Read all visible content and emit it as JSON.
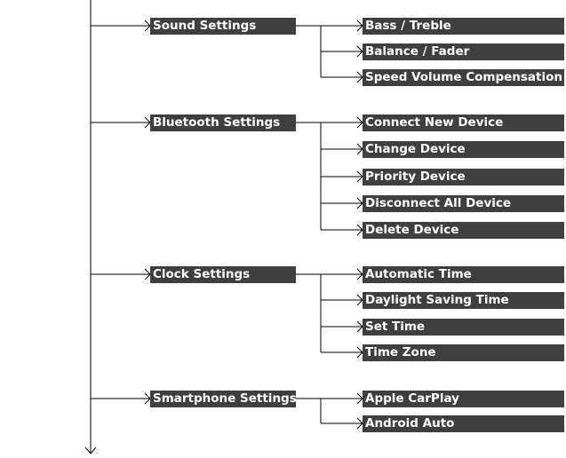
{
  "menu": {
    "groups": [
      {
        "label": "Sound Settings",
        "items": [
          "Bass / Treble",
          "Balance / Fader",
          "Speed Volume Compensation"
        ]
      },
      {
        "label": "Bluetooth Settings",
        "items": [
          "Connect New Device",
          "Change Device",
          "Priority Device",
          "Disconnect All Device",
          "Delete Device"
        ]
      },
      {
        "label": "Clock Settings",
        "items": [
          "Automatic Time",
          "Daylight Saving Time",
          "Set Time",
          "Time Zone"
        ]
      },
      {
        "label": "Smartphone Settings",
        "items": [
          "Apple CarPlay",
          "Android Auto"
        ]
      }
    ]
  },
  "colors": {
    "box_fill": "#3f3f3f",
    "box_text": "#ffffff",
    "line": "#000000"
  }
}
